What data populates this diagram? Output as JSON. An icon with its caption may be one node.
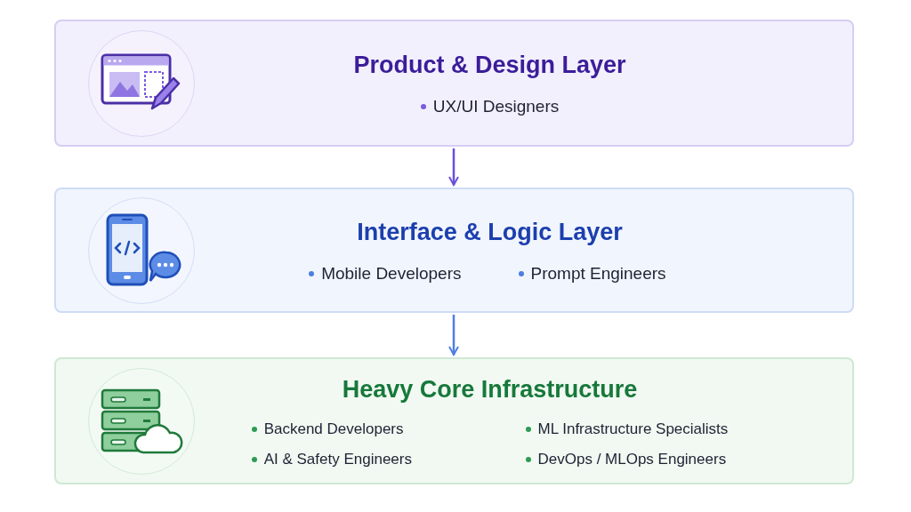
{
  "diagram": {
    "nodes": [
      {
        "text": [
          "Product & Design Layer",
          "UX/UI Designers"
        ]
      },
      {
        "text": [
          "Interface & Logic Layer",
          "Mobile Developers",
          "Prompt Engineers"
        ]
      },
      {
        "text": [
          "Heavy Core Infrastructure",
          "Backend Developers",
          "ML Infrastructure Specialists",
          "AI & Safety Engineers",
          "DevOps / MLOps Engineers"
        ]
      }
    ],
    "edges": [
      {
        "from": 0,
        "to": 1,
        "arrow": "to",
        "color": "#6a4fd8"
      },
      {
        "from": 1,
        "to": 2,
        "arrow": "to",
        "color": "#4d7fe0"
      }
    ]
  }
}
